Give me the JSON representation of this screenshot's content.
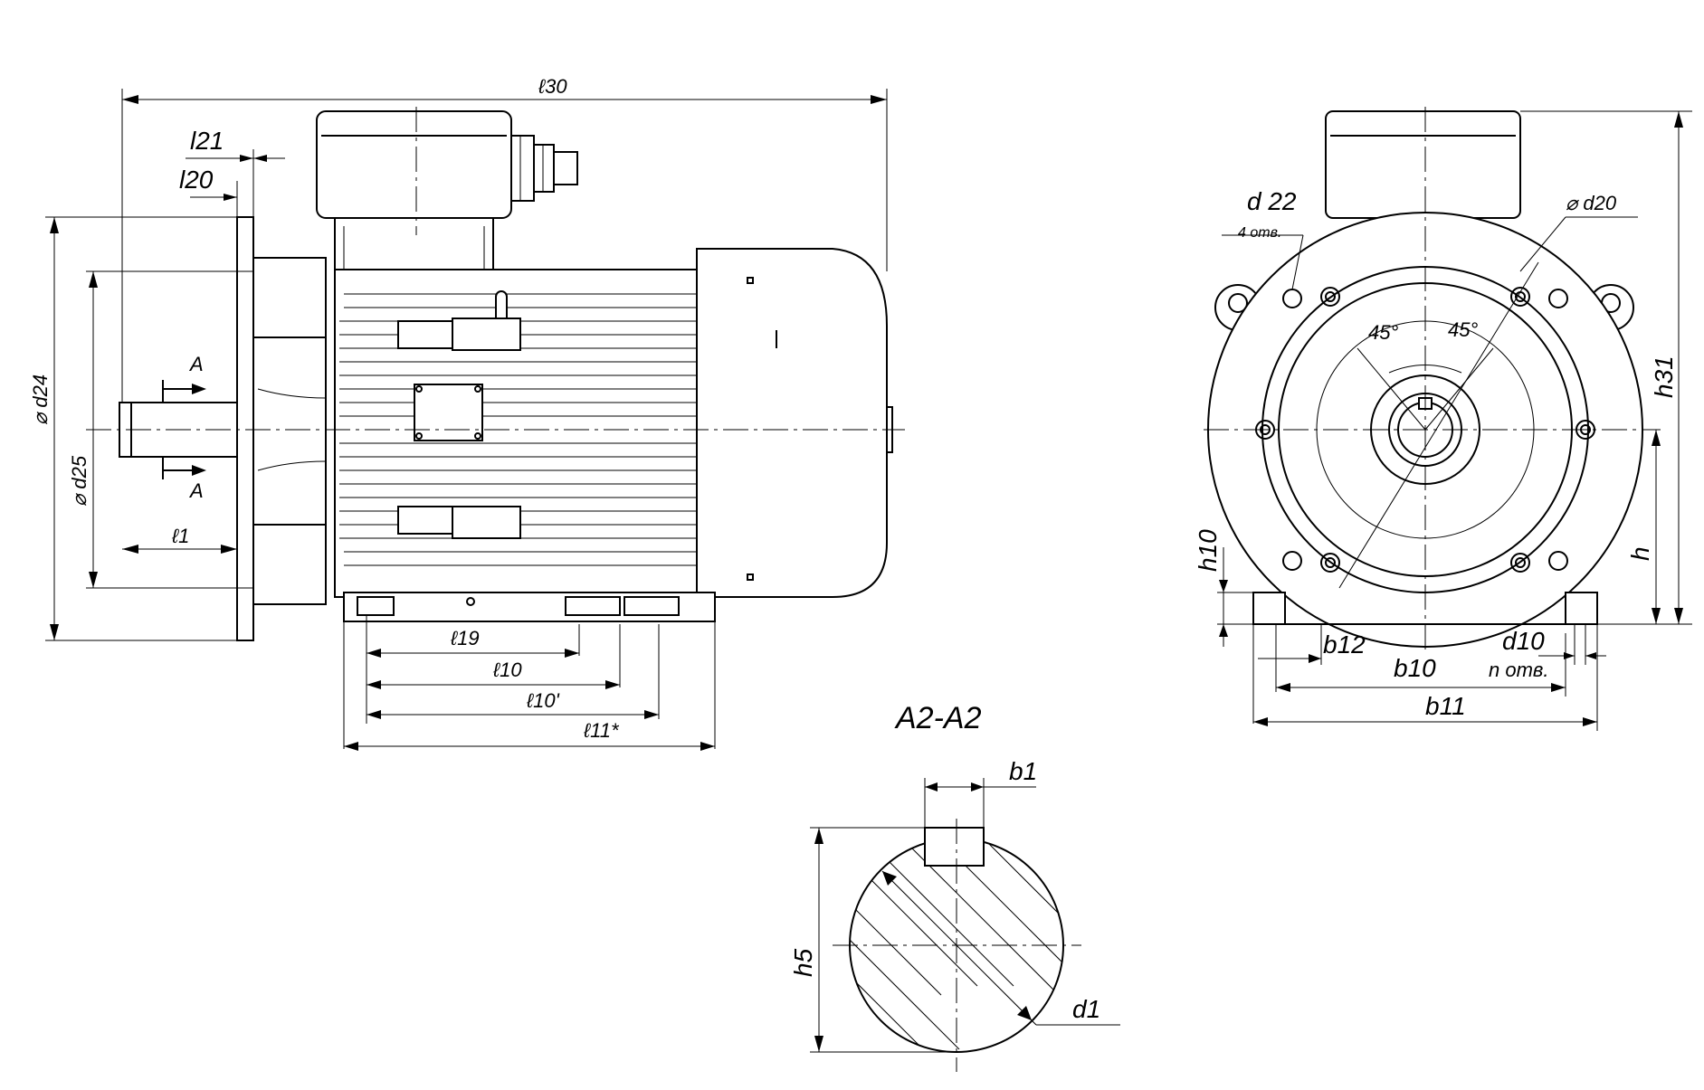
{
  "drawing": {
    "side_view": {
      "dims": {
        "l30": "ℓ30",
        "l21": "l21",
        "l20": "l20",
        "d24": "⌀ d24",
        "d25": "⌀ d25",
        "l1": "ℓ1",
        "section_mark": "A",
        "l19": "ℓ19",
        "l10": "ℓ10",
        "l10p": "ℓ10'",
        "l11": "ℓ11*"
      }
    },
    "front_view": {
      "dims": {
        "d22": "d 22",
        "d22_note": "4 отв.",
        "d20": "⌀ d20",
        "angle1": "45°",
        "angle2": "45°",
        "h31": "h31",
        "h": "h",
        "h10": "h10",
        "b12": "b12",
        "d10": "d10",
        "d10_note": "n отв.",
        "b10": "b10",
        "b11": "b11"
      }
    },
    "section": {
      "title": "A2-A2",
      "dims": {
        "b1": "b1",
        "h5": "h5",
        "d1": "d1"
      }
    }
  }
}
